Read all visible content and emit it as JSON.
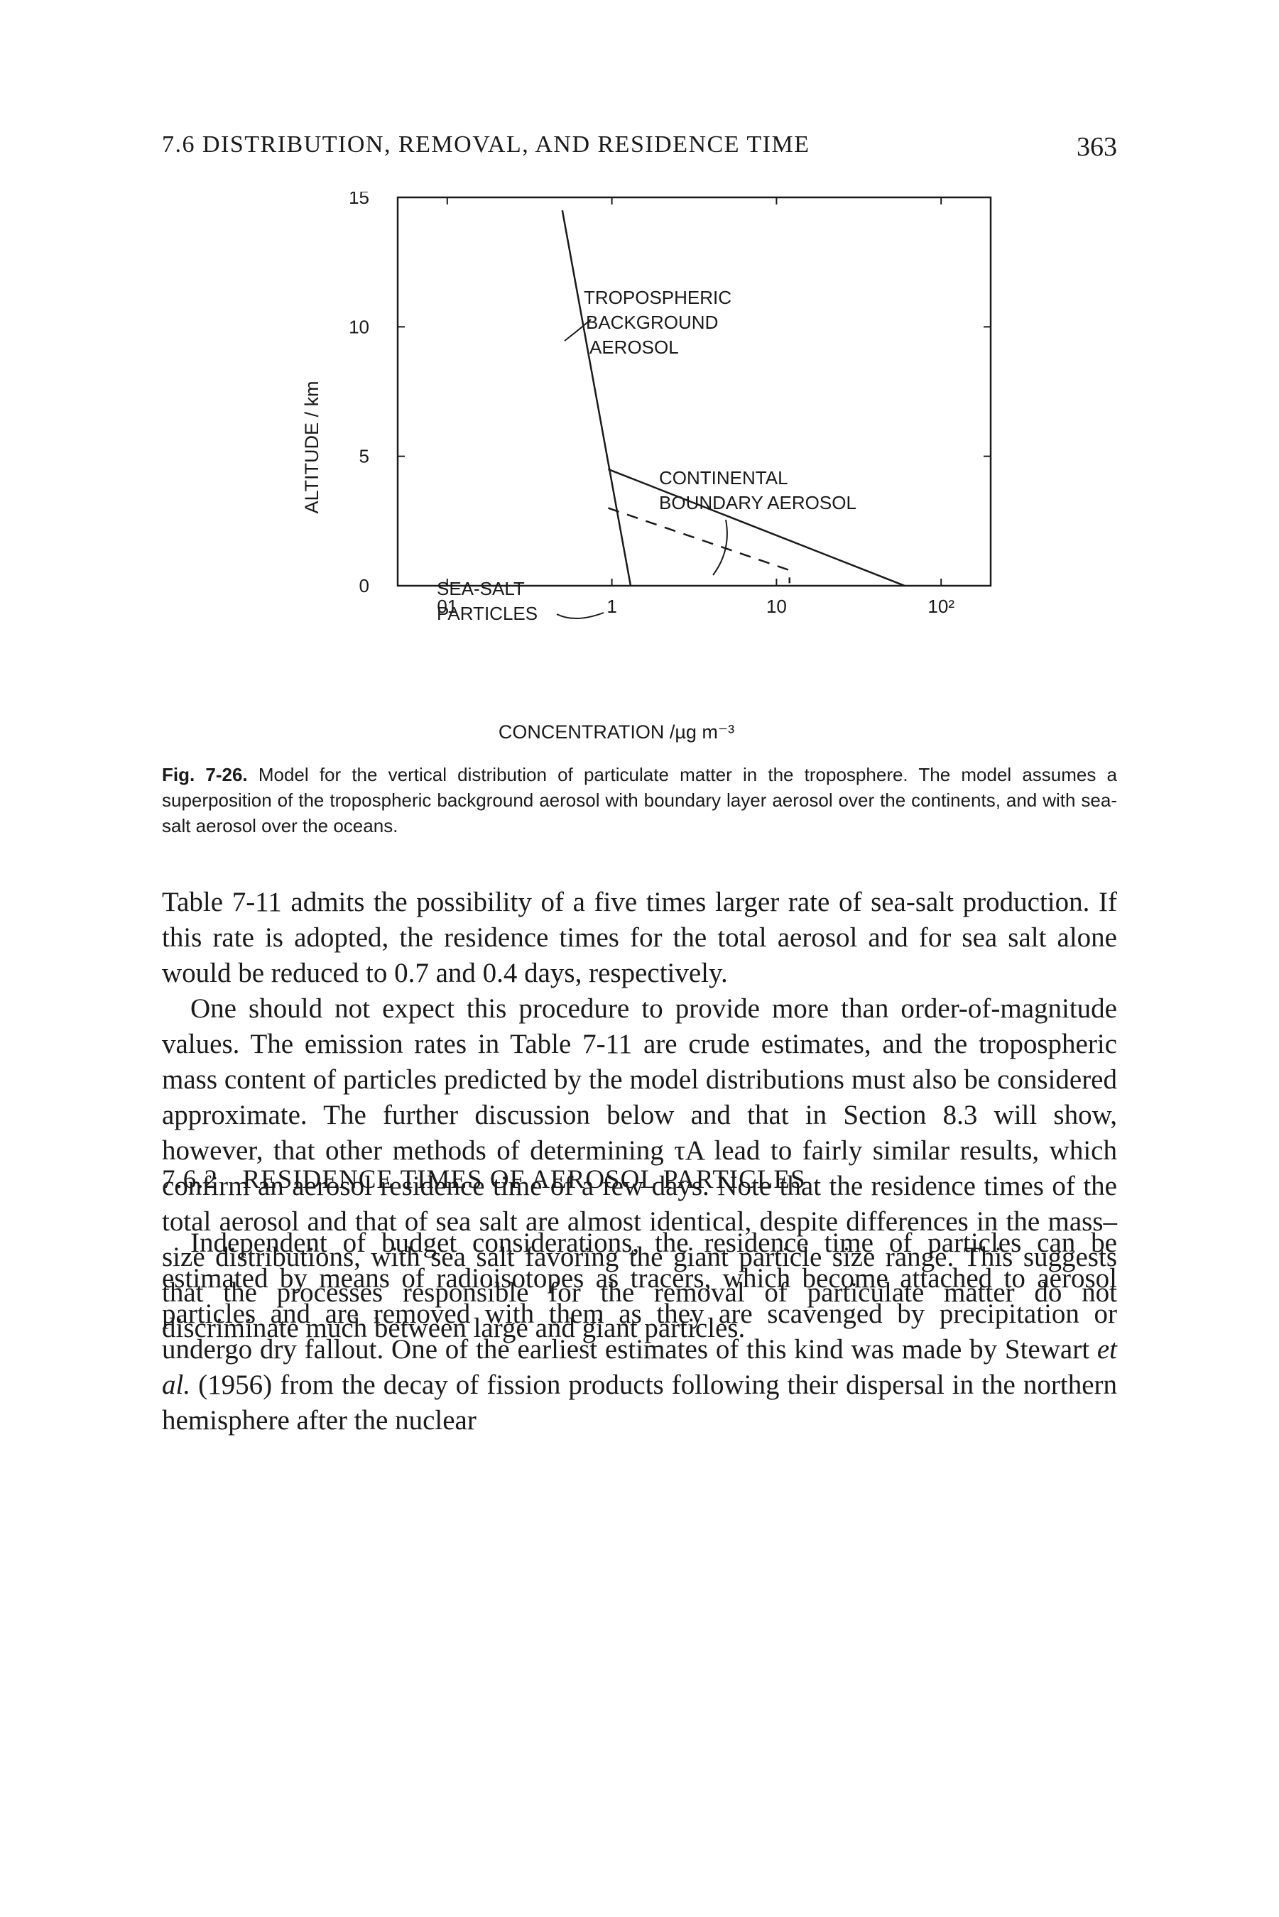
{
  "header": {
    "section_title": "7.6 DISTRIBUTION, REMOVAL, AND RESIDENCE TIME",
    "page_number": "363"
  },
  "figure": {
    "caption_label": "Fig. 7-26.",
    "caption_text": " Model for the vertical distribution of particulate matter in the troposphere. The model assumes a superposition of the tropospheric background aerosol with boundary layer aerosol over the continents, and with sea-salt aerosol over the oceans.",
    "annotations": {
      "background_1": "TROPOSPHERIC",
      "background_2": "BACKGROUND",
      "background_3": "AEROSOL",
      "continental_1": "CONTINENTAL",
      "continental_2": "BOUNDARY AEROSOL",
      "seasalt_1": "SEA-SALT",
      "seasalt_2": "PARTICLES"
    },
    "chart_data": {
      "type": "line",
      "xlabel": "CONCENTRATION /µg m⁻³",
      "ylabel": "ALTITUDE / km",
      "xscale": "log",
      "xlim": [
        0.05,
        200
      ],
      "ylim": [
        0,
        15
      ],
      "x_tick_labels": [
        "01",
        "1",
        "10",
        "10²"
      ],
      "x_ticks": [
        0.1,
        1,
        10,
        100
      ],
      "y_tick_labels": [
        "0",
        "5",
        "10",
        "15"
      ],
      "y_ticks": [
        0,
        5,
        10,
        15
      ],
      "series": [
        {
          "key": "background",
          "style": "solid",
          "x": [
            0.5,
            1.3
          ],
          "y": [
            14.5,
            0
          ]
        },
        {
          "key": "continental",
          "style": "solid",
          "x": [
            0.95,
            60
          ],
          "y": [
            4.5,
            0
          ]
        },
        {
          "key": "seasalt",
          "style": "dashed",
          "x": [
            0.95,
            12,
            12
          ],
          "y": [
            3.0,
            0.6,
            0.1
          ]
        }
      ]
    }
  },
  "paragraphs": [
    "Table 7-11 admits the possibility of a five times larger rate of sea-salt production. If this rate is adopted, the residence times for the total aerosol and for sea salt alone would be reduced to 0.7 and 0.4 days, respectively.",
    "One should not expect this procedure to provide more than order-of-magnitude values. The emission rates in Table 7-11 are crude estimates, and the tropospheric mass content of particles predicted by the model distributions must also be considered approximate. The further discussion below and that in Section 8.3 will show, however, that other methods of determining τA lead to fairly similar results, which confirm an aerosol residence time of a few days. Note that the residence times of the total aerosol and that of sea salt are almost identical, despite differences in the mass–size distributions, with sea salt favoring the giant particle size range. This suggests that the processes responsible for the removal of particulate matter do not discriminate much between large and giant particles."
  ],
  "subsection": {
    "number": "7.6.2",
    "title": "RESIDENCE TIMES OF AEROSOL PARTICLES"
  },
  "subsection_body": {
    "before": "Independent of budget considerations, the residence time of particles can be estimated by means of radioisotopes as tracers, which become attached to aerosol particles and are removed with them as they are scavenged by precipitation or undergo dry fallout. One of the earliest estimates of this kind was made by Stewart ",
    "em": "et al.",
    "after": " (1956) from the decay of fission products following their dispersal in the northern hemisphere after the nuclear"
  }
}
